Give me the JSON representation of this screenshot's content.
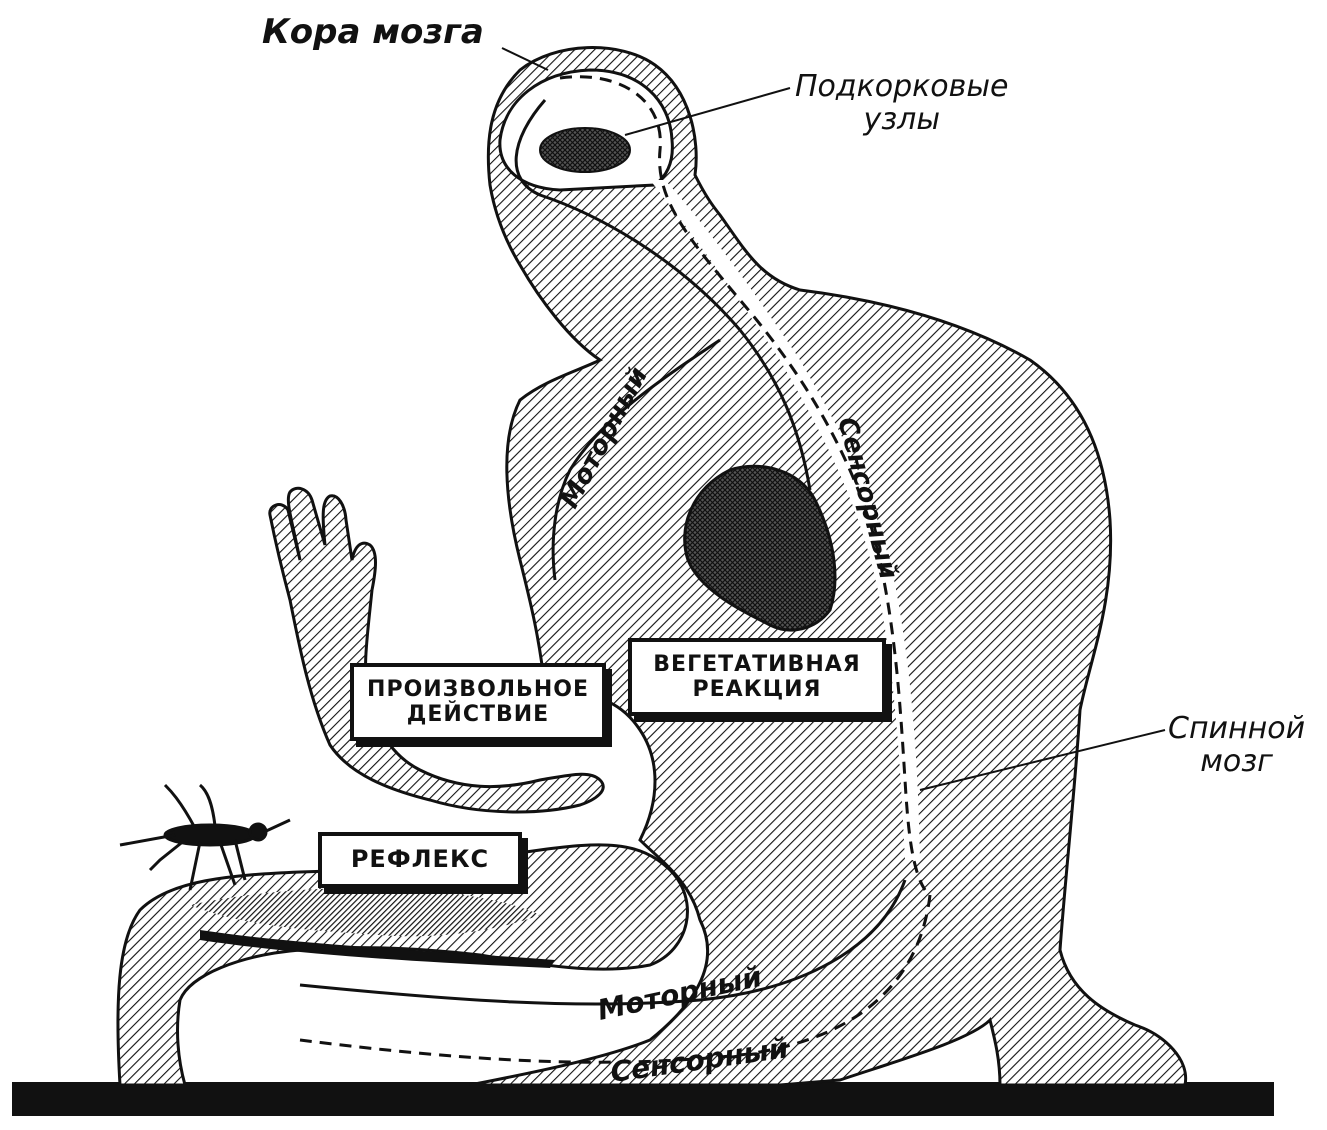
{
  "labels": {
    "cortex": "Кора мозга",
    "subcortical_line1": "Подкорковые",
    "subcortical_line2": "узлы",
    "spinal_line1": "Спинной",
    "spinal_line2": "мозг",
    "voluntary_line1": "ПРОИЗВОЛЬНОЕ",
    "voluntary_line2": "ДЕЙСТВИЕ",
    "vegetative_line1": "ВЕГЕТАТИВНАЯ",
    "vegetative_line2": "РЕАКЦИЯ",
    "reflex": "РЕФЛЕКС",
    "motor_upper": "Моторный",
    "sensory_upper": "Сенсорный",
    "motor_lower": "Моторный",
    "sensory_lower": "Сенсорный"
  },
  "icons": [
    "mosquito-icon",
    "heart-icon",
    "raised-hand-icon"
  ],
  "colors": {
    "ink": "#111111",
    "paper": "#ffffff"
  }
}
